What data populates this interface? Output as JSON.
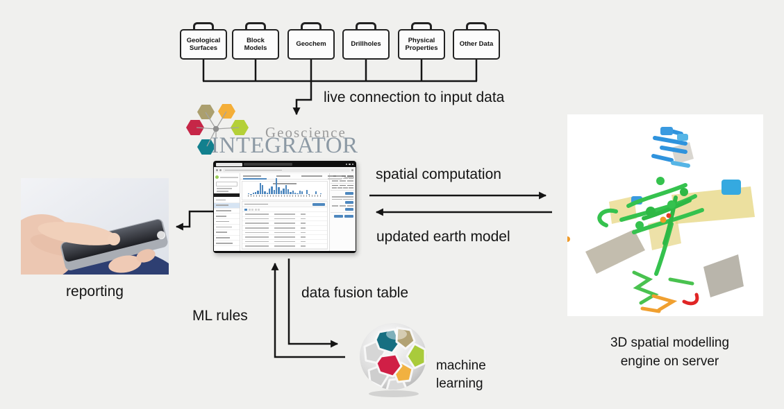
{
  "diagram": {
    "background": "#f0f0ee",
    "ink": "#141414"
  },
  "data_sources": {
    "items": [
      "Geological Surfaces",
      "Block Models",
      "Geochem",
      "Drillholes",
      "Physical Properties",
      "Other Data"
    ]
  },
  "flow_labels": {
    "live_connection": "live connection to input data",
    "spatial_computation": "spatial computation",
    "updated_earth_model": "updated earth model",
    "data_fusion_table": "data fusion table",
    "ml_rules": "ML rules"
  },
  "logo": {
    "brand_top": "Geoscience",
    "brand_main": "INTEGRATOR",
    "hex_colors": {
      "tan": "#ab9f6e",
      "orange": "#f4ae38",
      "red": "#c62647",
      "green": "#b4d038",
      "teal": "#12808e",
      "hub_gray": "#8e8e8e"
    },
    "text_colors": {
      "top": "#9b9b9b",
      "main": "#8c99a4"
    }
  },
  "captions": {
    "reporting": "reporting",
    "machine_learning": [
      "machine",
      "learning"
    ],
    "engine": [
      "3D spatial modelling",
      "engine on server"
    ]
  },
  "mini_app": {
    "accent": "#4d87be",
    "histogram": [
      3,
      2,
      5,
      9,
      14,
      46,
      38,
      12,
      7,
      22,
      30,
      18,
      66,
      28,
      15,
      24,
      36,
      20,
      9,
      14,
      7,
      3,
      16,
      13,
      0,
      18,
      2,
      0,
      0,
      13,
      0,
      4
    ]
  },
  "ball_colors": {
    "teal": "#176f81",
    "tan": "#b2a274",
    "green": "#a9cb3b",
    "yellow": "#f1b140",
    "red": "#d01f46"
  }
}
